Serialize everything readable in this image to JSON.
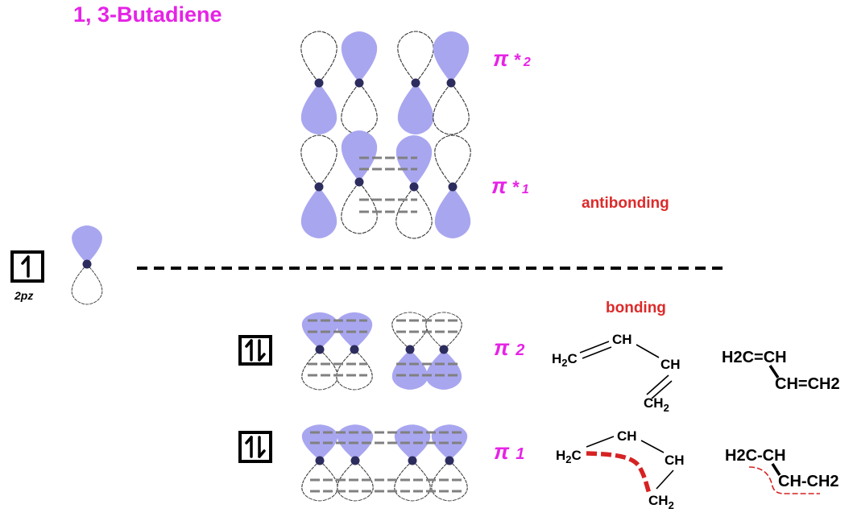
{
  "title": "1, 3-Butadiene",
  "colors": {
    "title": "#e623e6",
    "lobe_fill": "#a9a6f0",
    "nucleus": "#2c2c5e",
    "red_text": "#dc2a2a"
  },
  "orbitals": {
    "pi_star_2": {
      "symbol": "π",
      "star": " *",
      "number": "2"
    },
    "pi_star_1": {
      "symbol": "π",
      "star": " *",
      "number": "1"
    },
    "pi_2": {
      "symbol": "π",
      "number": "2"
    },
    "pi_1": {
      "symbol": "π",
      "number": "1"
    }
  },
  "labels": {
    "antibonding": "antibonding",
    "bonding": "bonding",
    "atomic_orbital": "2pz"
  },
  "structures": {
    "pi2_left": {
      "h2c": "H",
      "h2c_sub": "2",
      "h2c_c": "C",
      "ch_top": "CH",
      "ch_right": "CH",
      "ch2": "CH",
      "ch2_sub": "2"
    },
    "pi2_right": {
      "line1": "H2C=CH",
      "line2": "CH=CH2"
    },
    "pi1_left": {
      "h2c": "H",
      "h2c_sub": "2",
      "h2c_c": "C",
      "ch_top": "CH",
      "ch_right": "CH",
      "ch2": "CH",
      "ch2_sub": "2"
    },
    "pi1_right": {
      "line1": "H2C-CH",
      "line2": "CH-CH2"
    }
  }
}
